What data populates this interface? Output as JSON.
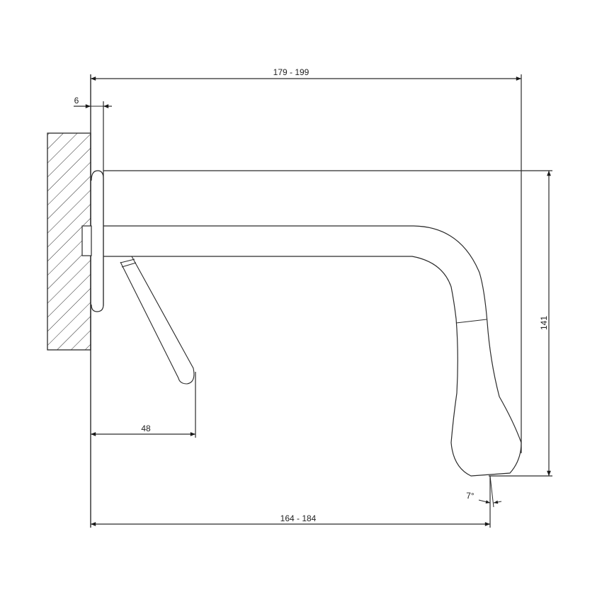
{
  "drawing": {
    "type": "technical dimension drawing",
    "subject": "wall-mounted faucet side elevation",
    "colors": {
      "line": "#2a2a2a",
      "background": "#ffffff",
      "text": "#222222"
    },
    "dimensions": {
      "overall_top": "179 - 199",
      "plate_thickness": "6",
      "height": "141",
      "lever_reach": "48",
      "spout_reach": "164 - 184",
      "outlet_angle": "7°"
    }
  }
}
